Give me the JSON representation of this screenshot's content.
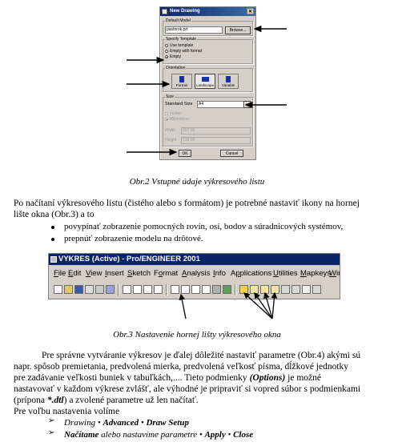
{
  "dialog": {
    "title": "New Drawing",
    "close_glyph": "✕",
    "default_model_label": "Default Model",
    "model_value": "pastorok.prt",
    "browse_label": "Browse...",
    "specify_template_label": "Specify Template",
    "template_options": [
      "Use template",
      "Empty with format",
      "Empty"
    ],
    "template_selected": "Empty",
    "orientation_label": "Orientation",
    "orientations": [
      "Portrait",
      "Landscape",
      "Variable"
    ],
    "orientation_selected": "Landscape",
    "size_label": "Size",
    "standard_size_label": "Standard Size",
    "standard_size_value": "A4",
    "units": [
      "Inches",
      "Millimeters"
    ],
    "units_selected": "Millimeters",
    "width_label": "Width",
    "width_value": "297.00",
    "height_label": "Height",
    "height_value": "210.00",
    "ok_label": "OK",
    "cancel_label": "Cancel"
  },
  "caption_fig2": "Obr.2 Vstupné údaje výkresového listu",
  "paragraph1_line1": "Po načítaní výkresového listu (čistého alebo s formátom) je potrebné nastaviť ikony na hornej",
  "paragraph1_line2": "lište okna (Obr.3) a to",
  "bullets": [
    "povypínať zobrazenie pomocných rovín, osí, bodov a súradnicových systémov,",
    "prepnúť zobrazenie modelu na drôtové."
  ],
  "proe_window": {
    "title": "VYKRES (Active) - Pro/ENGINEER 2001",
    "menu": [
      {
        "pre": "",
        "u": "F",
        "post": "ile"
      },
      {
        "pre": "",
        "u": "E",
        "post": "dit"
      },
      {
        "pre": "",
        "u": "V",
        "post": "iew"
      },
      {
        "pre": "",
        "u": "I",
        "post": "nsert"
      },
      {
        "pre": "",
        "u": "S",
        "post": "ketch"
      },
      {
        "pre": "F",
        "u": "o",
        "post": "rmat"
      },
      {
        "pre": "",
        "u": "A",
        "post": "nalysis"
      },
      {
        "pre": "",
        "u": "I",
        "post": "nfo"
      },
      {
        "pre": "A",
        "u": "p",
        "post": "plications"
      },
      {
        "pre": "",
        "u": "U",
        "post": "tilities"
      },
      {
        "pre": "",
        "u": "M",
        "post": "apkeys"
      },
      {
        "pre": "",
        "u": "W",
        "post": "in"
      }
    ]
  },
  "caption_fig3": "Obr.3 Nastavenie hornej lišty výkresového okna",
  "p2": {
    "l1": "Pre správne vytváranie výkresov je ďalej dôležité nastaviť parametre (Obr.4) akými sú",
    "l2": "napr. spôsob premietania, predvolená mierka, predvolená veľkosť písma, dĺžkové jednotky",
    "l3a": "pre zadávanie veľkosti buniek v tabuľkách,.... Tieto podmienky ",
    "l3b": "(Options)",
    "l3c": " je možné",
    "l4": "nastavovať v každom výkrese zvlášť, ale výhodné je pripraviť si vopred súbor s podmienkami",
    "l5a": "(prípona ",
    "l5b": "*.dtl",
    "l5c": ") a zvolené parametre už len načítať.",
    "l6": "Pre voľbu nastavenia volíme"
  },
  "steps": [
    {
      "a": "Drawing",
      "sep1": " • ",
      "b": "Advanced",
      "sep2": " • ",
      "c": "Draw Setup"
    },
    {
      "a": "Načítame",
      "mid": " alebo nastavíme parametre • ",
      "b": "Apply",
      "sep2": " • ",
      "c": "Close"
    }
  ]
}
